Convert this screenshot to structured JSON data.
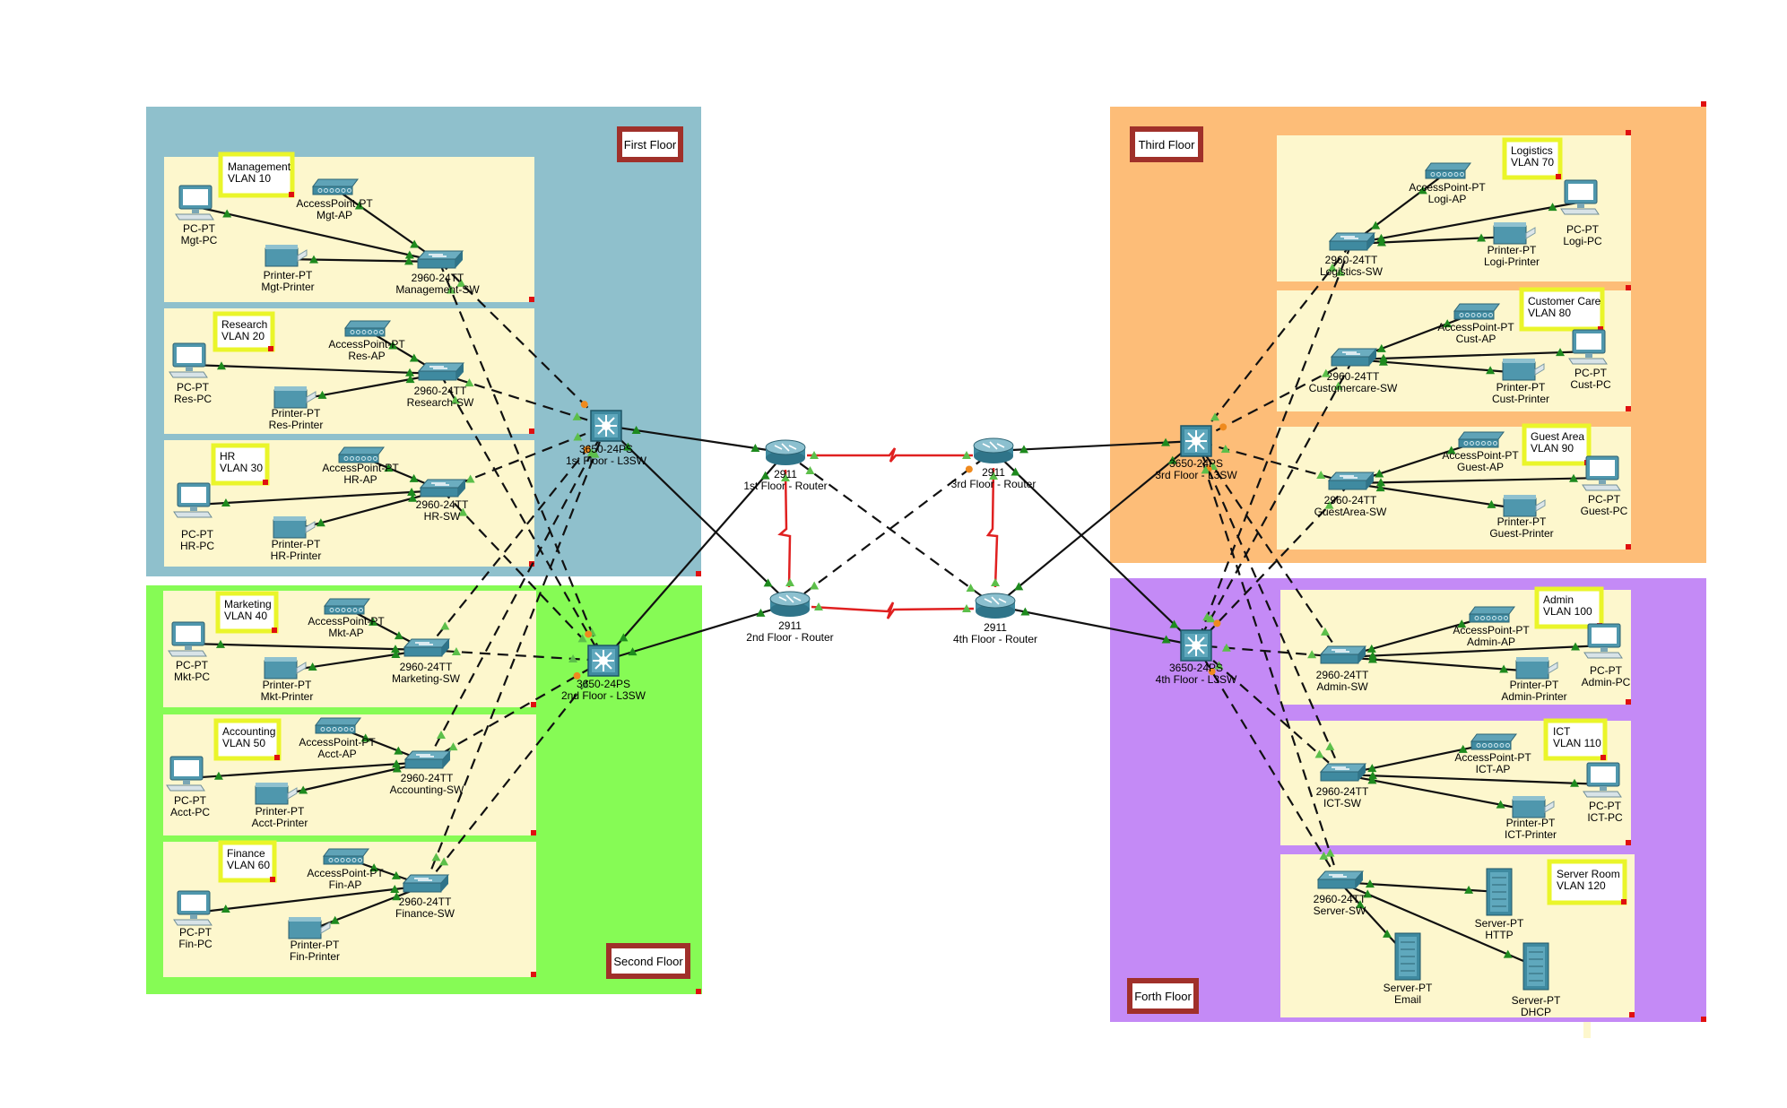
{
  "floors": {
    "first": "First Floor",
    "second": "Second Floor",
    "third": "Third Floor",
    "fourth": "Forth Floor"
  },
  "colors": {
    "first_area": "#8fc0cc",
    "second_area": "#86fb55",
    "third_area": "#fdbd78",
    "fourth_area": "#c48af6",
    "room": "#fdf7cd",
    "label_frame": "#a0302a",
    "vlan_frame": "#eaf52a",
    "link_trunk": "#111111",
    "link_router": "#e02020",
    "port_up": "#1e8a1e",
    "port_blocked": "#ef8a1e"
  },
  "vlans": {
    "mgmt": {
      "name": "Management",
      "id": "VLAN 10"
    },
    "res": {
      "name": "Research",
      "id": "VLAN 20"
    },
    "hr": {
      "name": "HR",
      "id": "VLAN 30"
    },
    "mkt": {
      "name": "Marketing",
      "id": "VLAN 40"
    },
    "acct": {
      "name": "Accounting",
      "id": "VLAN 50"
    },
    "fin": {
      "name": "Finance",
      "id": "VLAN 60"
    },
    "logi": {
      "name": "Logistics",
      "id": "VLAN 70"
    },
    "cust": {
      "name": "Customer Care",
      "id": "VLAN 80"
    },
    "guest": {
      "name": "Guest Area",
      "id": "VLAN 90"
    },
    "admin": {
      "name": "Admin",
      "id": "VLAN 100"
    },
    "ict": {
      "name": "ICT",
      "id": "VLAN 110"
    },
    "srv": {
      "name": "Server Room",
      "id": "VLAN 120"
    }
  },
  "devices": {
    "mgt_pc": {
      "model": "PC-PT",
      "name": "Mgt-PC"
    },
    "mgt_ap": {
      "model": "AccessPoint-PT",
      "name": "Mgt-AP"
    },
    "mgt_pr": {
      "model": "Printer-PT",
      "name": "Mgt-Printer"
    },
    "mgt_sw": {
      "model": "2960-24TT",
      "name": "Management-SW"
    },
    "res_pc": {
      "model": "PC-PT",
      "name": "Res-PC"
    },
    "res_ap": {
      "model": "AccessPoint-PT",
      "name": "Res-AP"
    },
    "res_pr": {
      "model": "Printer-PT",
      "name": "Res-Printer"
    },
    "res_sw": {
      "model": "2960-24TT",
      "name": "Research-SW"
    },
    "hr_pc": {
      "model": "PC-PT",
      "name": "HR-PC"
    },
    "hr_ap": {
      "model": "AccessPoint-PT",
      "name": "HR-AP"
    },
    "hr_pr": {
      "model": "Printer-PT",
      "name": "HR-Printer"
    },
    "hr_sw": {
      "model": "2960-24TT",
      "name": "HR-SW"
    },
    "mkt_pc": {
      "model": "PC-PT",
      "name": "Mkt-PC"
    },
    "mkt_ap": {
      "model": "AccessPoint-PT",
      "name": "Mkt-AP"
    },
    "mkt_pr": {
      "model": "Printer-PT",
      "name": "Mkt-Printer"
    },
    "mkt_sw": {
      "model": "2960-24TT",
      "name": "Marketing-SW"
    },
    "acct_pc": {
      "model": "PC-PT",
      "name": "Acct-PC"
    },
    "acct_ap": {
      "model": "AccessPoint-PT",
      "name": "Acct-AP"
    },
    "acct_pr": {
      "model": "Printer-PT",
      "name": "Acct-Printer"
    },
    "acct_sw": {
      "model": "2960-24TT",
      "name": "Accounting-SW"
    },
    "fin_pc": {
      "model": "PC-PT",
      "name": "Fin-PC"
    },
    "fin_ap": {
      "model": "AccessPoint-PT",
      "name": "Fin-AP"
    },
    "fin_pr": {
      "model": "Printer-PT",
      "name": "Fin-Printer"
    },
    "fin_sw": {
      "model": "2960-24TT",
      "name": "Finance-SW"
    },
    "l3sw1": {
      "model": "3650-24PS",
      "name": "1st Floor - L3SW"
    },
    "l3sw2": {
      "model": "3650-24PS",
      "name": "2nd Floor - L3SW"
    },
    "r1": {
      "model": "2911",
      "name": "1st Floor - Router"
    },
    "r2": {
      "model": "2911",
      "name": "2nd Floor - Router"
    },
    "r3": {
      "model": "2911",
      "name": "3rd Floor - Router"
    },
    "r4": {
      "model": "2911",
      "name": "4th Floor - Router"
    },
    "l3sw3": {
      "model": "3650-24PS",
      "name": "3rd Floor - L3SW"
    },
    "l3sw4": {
      "model": "3650-24PS",
      "name": "4th Floor - L3SW"
    },
    "logi_ap": {
      "model": "AccessPoint-PT",
      "name": "Logi-AP"
    },
    "logi_pc": {
      "model": "PC-PT",
      "name": "Logi-PC"
    },
    "logi_pr": {
      "model": "Printer-PT",
      "name": "Logi-Printer"
    },
    "logi_sw": {
      "model": "2960-24TT",
      "name": "Logistics-SW"
    },
    "cust_ap": {
      "model": "AccessPoint-PT",
      "name": "Cust-AP"
    },
    "cust_pc": {
      "model": "PC-PT",
      "name": "Cust-PC"
    },
    "cust_pr": {
      "model": "Printer-PT",
      "name": "Cust-Printer"
    },
    "cust_sw": {
      "model": "2960-24TT",
      "name": "Customercare-SW"
    },
    "guest_ap": {
      "model": "AccessPoint-PT",
      "name": "Guest-AP"
    },
    "guest_pc": {
      "model": "PC-PT",
      "name": "Guest-PC"
    },
    "guest_pr": {
      "model": "Printer-PT",
      "name": "Guest-Printer"
    },
    "guest_sw": {
      "model": "2960-24TT",
      "name": "GuestArea-SW"
    },
    "admin_ap": {
      "model": "AccessPoint-PT",
      "name": "Admin-AP"
    },
    "admin_pc": {
      "model": "PC-PT",
      "name": "Admin-PC"
    },
    "admin_pr": {
      "model": "Printer-PT",
      "name": "Admin-Printer"
    },
    "admin_sw": {
      "model": "2960-24TT",
      "name": "Admin-SW"
    },
    "ict_ap": {
      "model": "AccessPoint-PT",
      "name": "ICT-AP"
    },
    "ict_pc": {
      "model": "PC-PT",
      "name": "ICT-PC"
    },
    "ict_pr": {
      "model": "Printer-PT",
      "name": "ICT-Printer"
    },
    "ict_sw": {
      "model": "2960-24TT",
      "name": "ICT-SW"
    },
    "srv_sw": {
      "model": "2960-24TT",
      "name": "Server-SW"
    },
    "srv_http": {
      "model": "Server-PT",
      "name": "HTTP"
    },
    "srv_email": {
      "model": "Server-PT",
      "name": "Email"
    },
    "srv_dhcp": {
      "model": "Server-PT",
      "name": "DHCP"
    }
  }
}
